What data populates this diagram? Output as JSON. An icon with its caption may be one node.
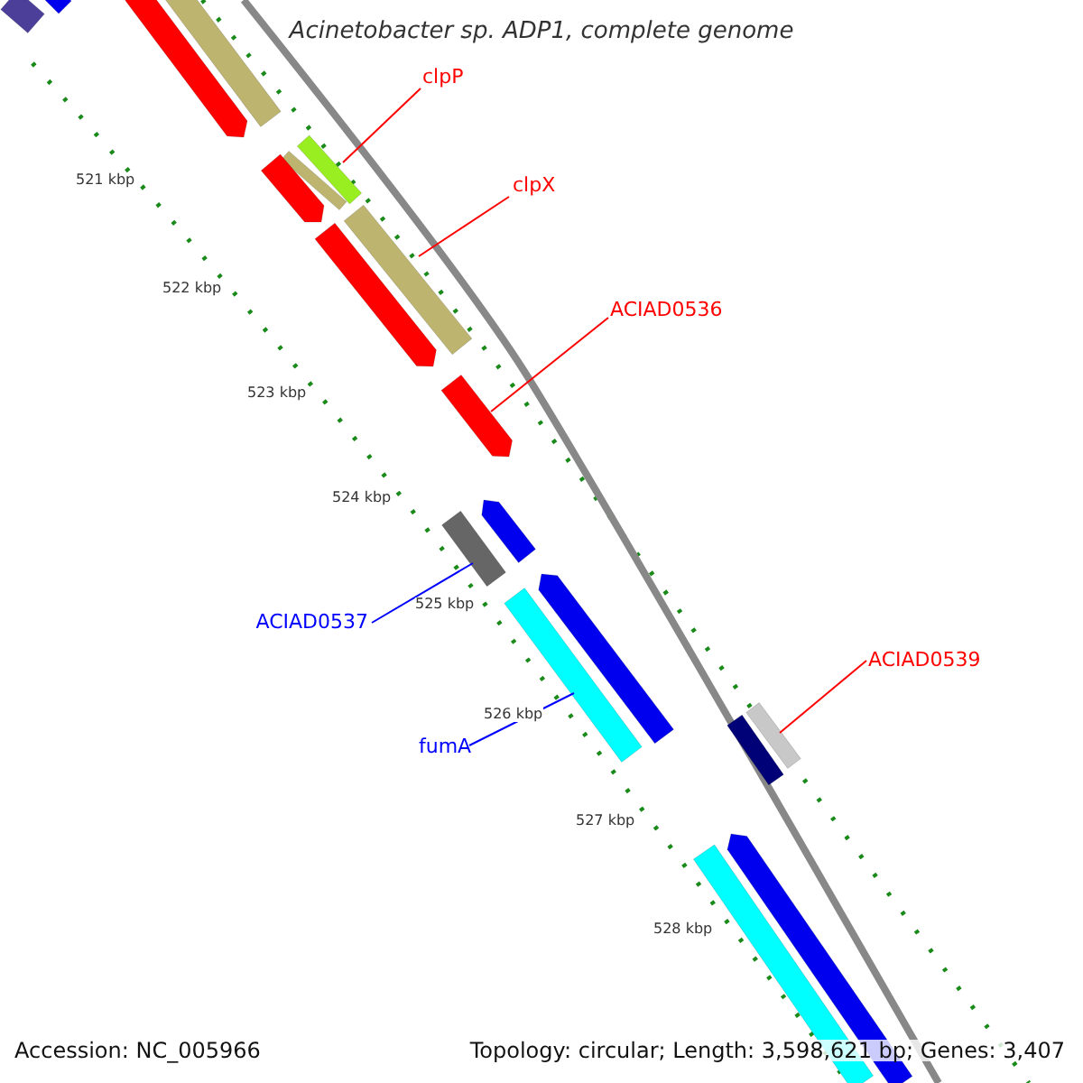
{
  "diagram": {
    "title": "Acinetobacter sp. ADP1, complete genome",
    "nodes": [
      {
        "text": [
          "clpP"
        ]
      },
      {
        "text": [],
        "shape": "bar"
      },
      {
        "text": [
          "clpX"
        ]
      },
      {
        "text": [],
        "shape": "bar"
      },
      {
        "text": [
          "ACIAD0536"
        ]
      },
      {
        "text": [],
        "shape": "bar"
      },
      {
        "text": [
          "ACIAD0537"
        ]
      },
      {
        "text": [],
        "shape": "bar"
      },
      {
        "text": [
          "fumA"
        ]
      },
      {
        "text": [],
        "shape": "bar"
      },
      {
        "text": [
          "ACIAD0539"
        ]
      },
      {
        "text": [],
        "shape": "bar"
      },
      {
        "text": [],
        "shape": "bar"
      },
      {
        "text": [],
        "shape": "bar"
      },
      {
        "text": [],
        "shape": "bar"
      },
      {
        "text": [],
        "shape": "bar"
      },
      {
        "text": [],
        "shape": "bar"
      },
      {
        "text": [],
        "shape": "bar"
      },
      {
        "text": [],
        "shape": "bar"
      },
      {
        "text": [],
        "shape": "bar"
      },
      {
        "text": [],
        "shape": "bar"
      },
      {
        "text": [],
        "shape": "bar"
      },
      {
        "text": [],
        "shape": "bar"
      },
      {
        "text": [],
        "shape": "bar"
      }
    ],
    "edges": [
      {
        "from": 0,
        "to": 1,
        "arrow": "none"
      },
      {
        "from": 2,
        "to": 3,
        "arrow": "none"
      },
      {
        "from": 4,
        "to": 5,
        "arrow": "none"
      },
      {
        "from": 6,
        "to": 7,
        "arrow": "none",
        "color": "#0000ff"
      },
      {
        "from": 8,
        "to": 9,
        "arrow": "none",
        "color": "#0000ff"
      },
      {
        "from": 10,
        "to": 11,
        "arrow": "none"
      }
    ],
    "labels": [
      "521 kbp",
      "522 kbp",
      "523 kbp",
      "524 kbp",
      "525 kbp",
      "526 kbp",
      "527 kbp",
      "528 kbp",
      "Accession: NC_005966",
      "Topology: circular; Length: 3,598,621 bp; Genes: 3,407"
    ]
  }
}
